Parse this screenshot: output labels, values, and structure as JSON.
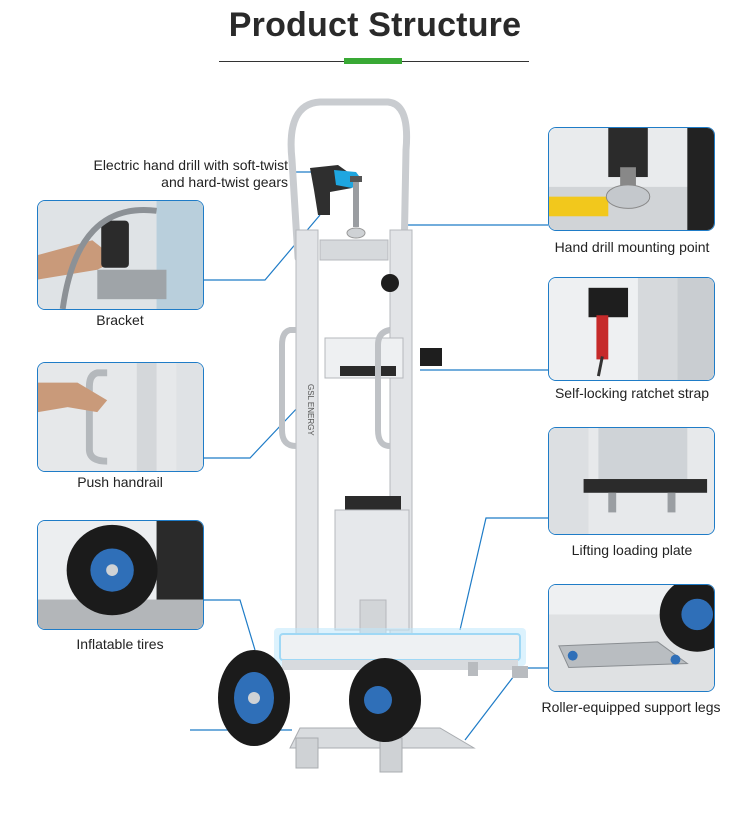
{
  "header": {
    "title": "Product Structure"
  },
  "accent_color": "#39a935",
  "frame_color": "#1f7cc7",
  "callout_top": {
    "line1": "Electric hand drill with soft-twist",
    "line2": "and hard-twist gears"
  },
  "features_left": [
    {
      "label": "Bracket",
      "icon": "bracket-photo"
    },
    {
      "label": "Push handrail",
      "icon": "handrail-photo"
    },
    {
      "label": "Inflatable tires",
      "icon": "tire-photo"
    }
  ],
  "features_right": [
    {
      "label": "Hand drill mounting point",
      "icon": "drill-mount-photo"
    },
    {
      "label": "Self-locking ratchet strap",
      "icon": "ratchet-strap-photo"
    },
    {
      "label": "Lifting loading plate",
      "icon": "loading-plate-photo"
    },
    {
      "label": "Roller-equipped support legs",
      "icon": "support-legs-photo"
    }
  ],
  "product": {
    "brand_text": "GSL ENERGY"
  }
}
